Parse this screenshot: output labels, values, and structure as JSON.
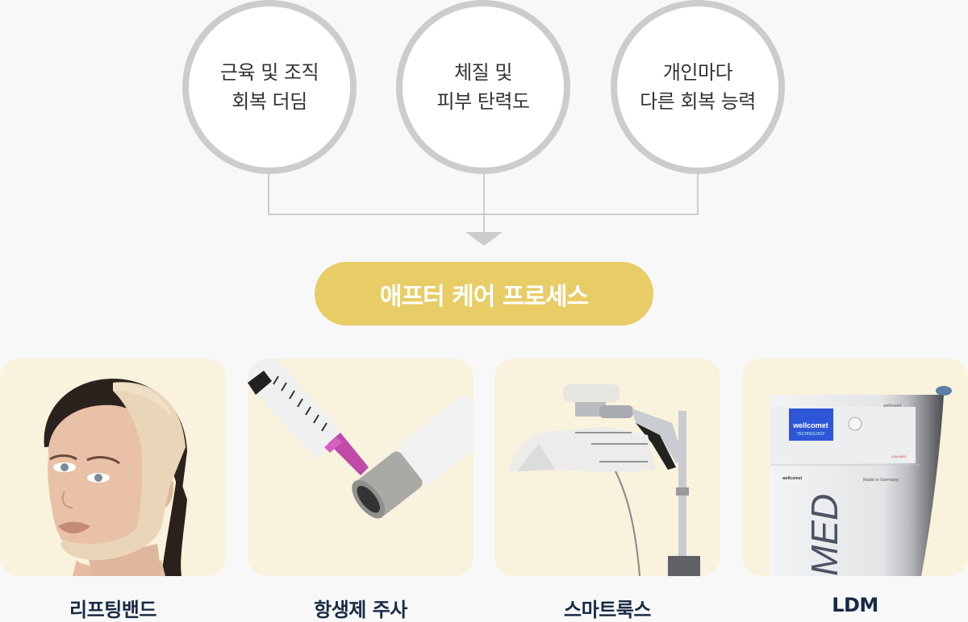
{
  "factors": [
    {
      "lines": [
        "근육 및 조직",
        "회복 더딤"
      ]
    },
    {
      "lines": [
        "체질 및",
        "피부 탄력도"
      ]
    },
    {
      "lines": [
        "개인마다",
        "다른 회복 능력"
      ]
    }
  ],
  "process_pill": {
    "label": "애프터 케어 프로세스",
    "color": "#e8cc66"
  },
  "products": [
    {
      "label": "리프팅밴드",
      "image": "lifting-band-photo"
    },
    {
      "label": "항생제 주사",
      "image": "antibiotic-injection-photo"
    },
    {
      "label": "스마트룩스",
      "image": "smartlux-device-photo"
    },
    {
      "label": "LDM",
      "image": "ldm-device-photo",
      "device_text": {
        "brand": "wellcomet",
        "sub": "TECHNOLOGY",
        "made": "Made in Germany",
        "model": "MED",
        "badge": "LDM MED"
      }
    }
  ],
  "colors": {
    "background": "#f8f8f8",
    "circle_border": "#cccccc",
    "card_bg": "#f9f2dc",
    "label": "#182a44"
  }
}
